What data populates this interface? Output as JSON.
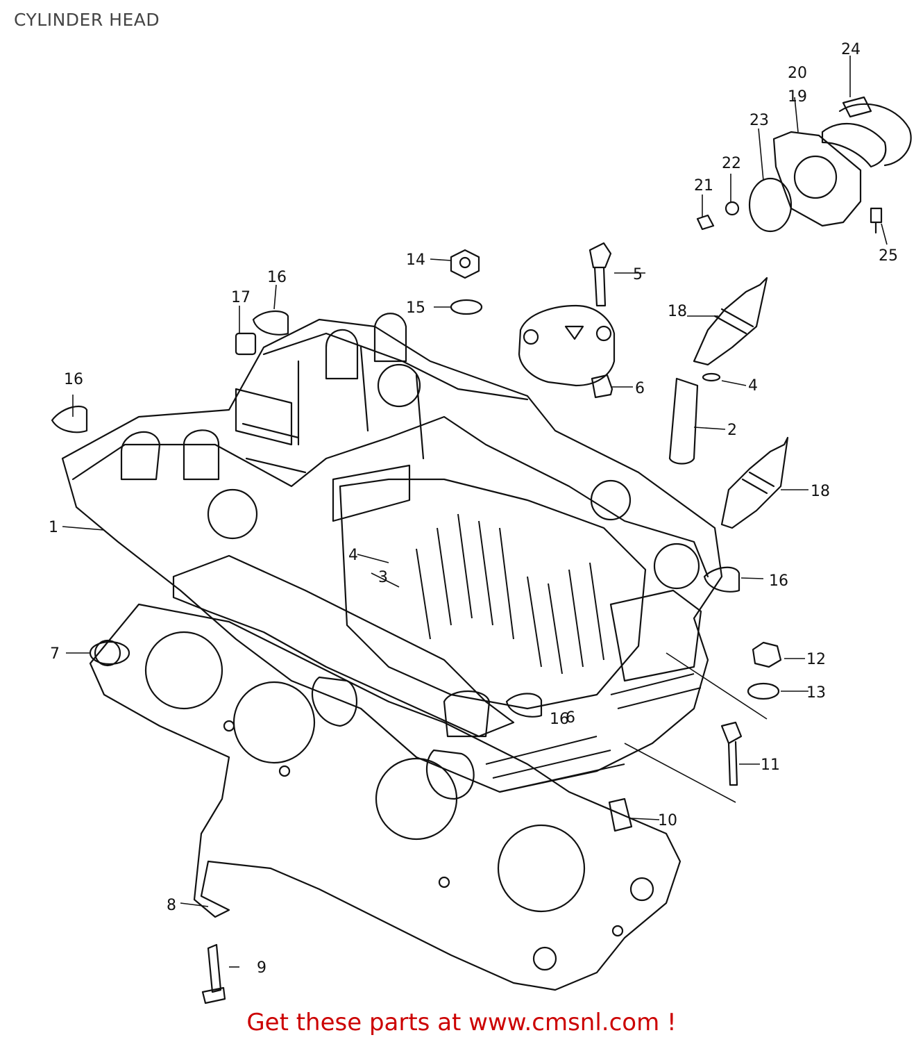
{
  "title": "CYLINDER HEAD",
  "footer": {
    "text": "Get these parts at www.cmsnl.com !",
    "color": "#cc0000"
  },
  "labels": [
    "1",
    "2",
    "3",
    "4",
    "4",
    "5",
    "6",
    "6",
    "7",
    "8",
    "9",
    "10",
    "11",
    "12",
    "13",
    "14",
    "15",
    "16",
    "16",
    "16",
    "16",
    "17",
    "18",
    "18",
    "19",
    "20",
    "21",
    "22",
    "23",
    "24",
    "25"
  ]
}
